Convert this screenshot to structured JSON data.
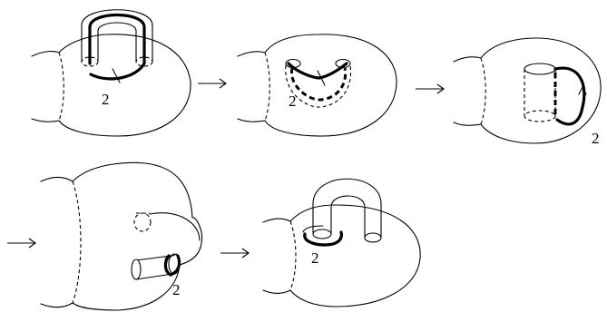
{
  "labels": {
    "fig1": "2",
    "fig2": "2",
    "fig3": "2",
    "fig4": "2",
    "fig5": "2"
  }
}
